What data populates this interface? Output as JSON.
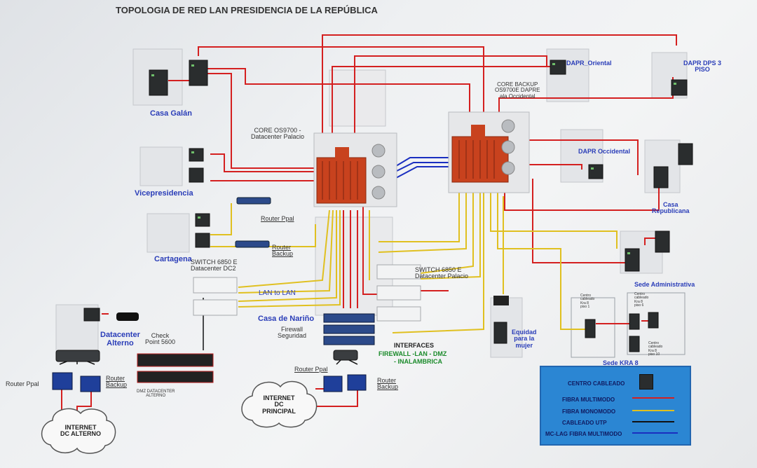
{
  "title": "TOPOLOGIA DE RED LAN PRESIDENCIA DE LA REPÚBLICA",
  "sites": {
    "casa_galan": "Casa Galán",
    "vicepresidencia": "Vicepresidencia",
    "cartagena": "Cartagena",
    "dapr_oriental": "DAPR_Oriental",
    "dapr_dps": "DAPR DPS 3\nPISO",
    "dapr_occidental": "DAPR Occidental",
    "casa_republicana": "Casa\nRepublicana",
    "sede_administrativa": "Sede Administrativa",
    "sede_kra8": "Sede KRA 8",
    "equidad_mujer": "Equidad\npara la\nmujer",
    "casa_narino": "Casa de Nariño",
    "datacenter_alterno": "Datacenter\nAlterno"
  },
  "devices": {
    "core_palacio": "CORE OS9700 -\nDatacenter Palacio",
    "core_backup": "CORE BACKUP\nOS9700E  DAPRE\nala Occidental",
    "router_ppal_top": "Router Ppal",
    "router_backup_top": "Router\nBackup",
    "switch_dc2": "SWITCH 6850 E\nDatacenter DC2",
    "switch_palacio": "SWITCH 6850 E\nDatacenter Palacio",
    "lan_to_lan": "LAN to LAN",
    "firewall_seguridad": "Firewall\nSeguridad",
    "check_point": "Check\nPoint 5600",
    "dmz_alterno": "DMZ  DATACENTER\nALTERNO",
    "router_ppal_alt": "Router Ppal",
    "router_backup_alt": "Router\nBackup",
    "router_ppal_dc": "Router Ppal",
    "router_backup_dc": "Router\nBackup",
    "interfaces_title": "INTERFACES",
    "interfaces_line1": "FIREWALL  -LAN - DMZ",
    "interfaces_line2": "- INALAMBRICA",
    "kra8_cab1": "Centro\ncableado\nKra 8\npiso 1",
    "kra8_cab2": "Centro\ncableado\nKra 8\npiso 6",
    "kra8_cab3": "Centro\ncableado\nKra 8\npiso 10"
  },
  "clouds": {
    "internet_dc_principal": "INTERNET\nDC\nPRINCIPAL",
    "internet_dc_alterno": "INTERNET\nDC ALTERNO"
  },
  "legend": {
    "centro_cableado": "CENTRO CABLEADO",
    "fibra_multimodo": "FIBRA MULTIMODO",
    "fibra_monomodo": "FIBRA MONOMODO",
    "cableado_utp": "CABLEADO UTP",
    "mc_lag": "MC-LAG FIBRA MULTIMODO"
  },
  "colors": {
    "fibra_multimodo": "#d42020",
    "fibra_monomodo": "#e0c020",
    "cableado_utp": "#111111",
    "mc_lag": "#1a2fc0",
    "legend_bg": "#2b86d3",
    "site_label": "#2a3db8",
    "core_switch": "#c8421e"
  }
}
